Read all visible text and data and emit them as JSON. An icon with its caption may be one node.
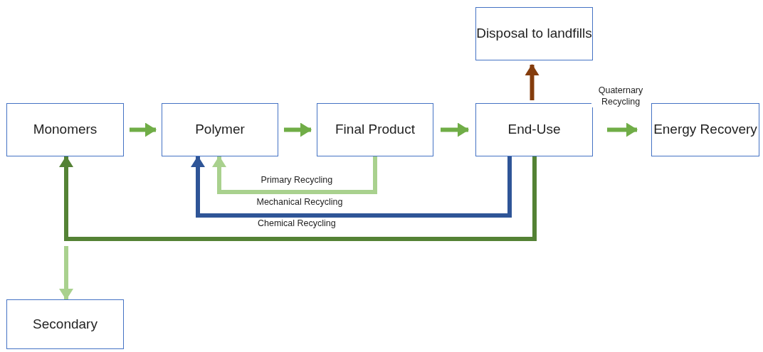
{
  "diagram": {
    "nodes": [
      {
        "text": [
          "Monomers"
        ]
      },
      {
        "text": [
          "Polymer"
        ]
      },
      {
        "text": [
          "Final Product"
        ]
      },
      {
        "text": [
          "End-Use"
        ]
      },
      {
        "text": [
          "Disposal to landfills"
        ]
      },
      {
        "text": [
          "Energy Recovery"
        ]
      },
      {
        "text": [
          "Secondary"
        ]
      }
    ],
    "edges": [
      {
        "from": 0,
        "to": 1,
        "arrow": "to"
      },
      {
        "from": 1,
        "to": 2,
        "arrow": "to"
      },
      {
        "from": 2,
        "to": 3,
        "arrow": "to"
      },
      {
        "from": 3,
        "to": 5,
        "arrow": "to",
        "label": "Quaternary Recycling"
      },
      {
        "from": 3,
        "to": 4,
        "arrow": "to",
        "color": "#843c0c"
      },
      {
        "from": 2,
        "to": 1,
        "arrow": "to",
        "label": "Primary Recycling",
        "color": "#a9d18e"
      },
      {
        "from": 3,
        "to": 1,
        "arrow": "to",
        "label": "Mechanical Recycling",
        "color": "#2f5597"
      },
      {
        "from": 3,
        "to": 0,
        "arrow": "to",
        "label": "Chemical Recycling",
        "color": "#548235"
      },
      {
        "from": null,
        "to": 6,
        "arrow": "to",
        "color": "#a9d18e"
      }
    ]
  }
}
